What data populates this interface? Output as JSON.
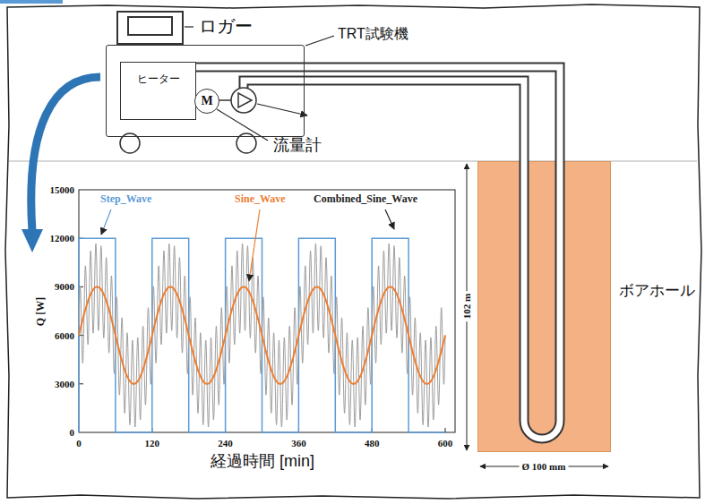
{
  "diagram": {
    "nodes": [
      {
        "text": [
          "TRT試験機"
        ]
      },
      {
        "text": [
          "ロガー"
        ]
      },
      {
        "text": [
          "ヒーター"
        ],
        "in": 0
      },
      {
        "text": [
          "M"
        ],
        "in": 0
      },
      {
        "text": [
          "ボアホール"
        ]
      }
    ],
    "edges": [
      {
        "from": 2,
        "to": 3,
        "arrow": "none"
      },
      {
        "from": 2,
        "to": 4,
        "arrow": "none"
      }
    ],
    "labels": [
      "流量計",
      "Step_Wave",
      "Sine_Wave",
      "Combined_Sine_Wave",
      "15000",
      "12000",
      "9000",
      "6000",
      "3000",
      "0",
      "0",
      "120",
      "240",
      "360",
      "480",
      "600",
      "Q [W]",
      "経過時間 [min]",
      "102 m",
      "Ø 100 mm"
    ]
  }
}
